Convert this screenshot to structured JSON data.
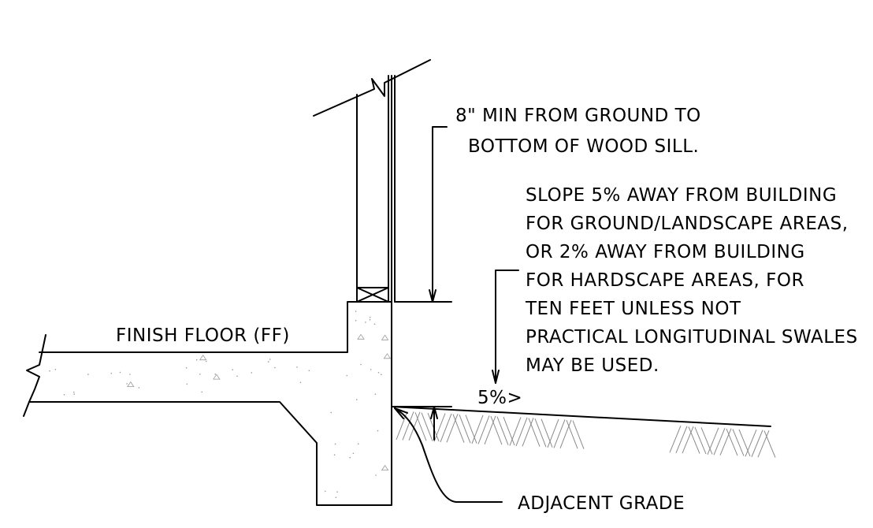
{
  "notes": {
    "sill_clearance": {
      "lines": [
        "8\" MIN FROM GROUND TO",
        "BOTTOM OF WOOD SILL."
      ]
    },
    "slope": {
      "lines": [
        "SLOPE 5% AWAY FROM BUILDING",
        "FOR GROUND/LANDSCAPE AREAS,",
        "OR 2% AWAY FROM BUILDING",
        "FOR HARDSCAPE AREAS, FOR",
        "TEN FEET UNLESS NOT",
        "PRACTICAL LONGITUDINAL SWALES",
        "MAY BE USED."
      ]
    },
    "finish_floor": "FINISH FLOOR (FF)",
    "adjacent_grade": "ADJACENT GRADE",
    "slope_marker": "5%>"
  },
  "colors": {
    "linework": "#000000",
    "hatch": "#8a8a8a",
    "background": "#ffffff"
  }
}
